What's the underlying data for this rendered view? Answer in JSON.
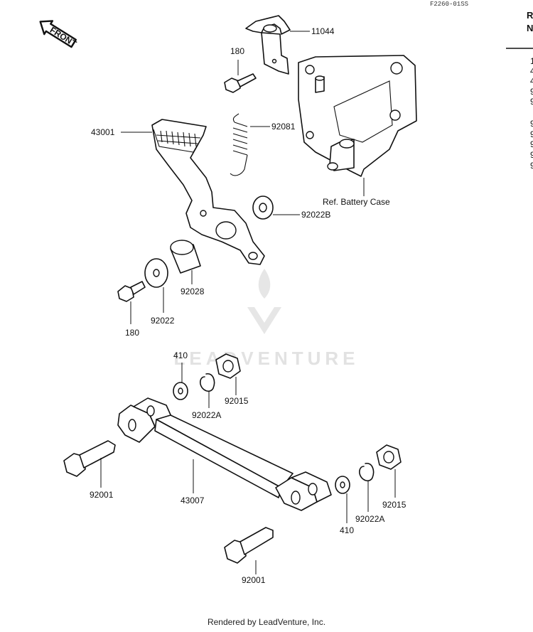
{
  "figure_code": "F2260-01SS",
  "front_label": "FRONT",
  "watermark": "LEADVENTURE",
  "footer": "Rendered by LeadVenture, Inc.",
  "ref_label": "Ref. Battery Case",
  "side_column": {
    "header": [
      "R",
      "N"
    ],
    "rows": [
      "1",
      "4",
      "4",
      "9",
      "9",
      "9",
      "9",
      "9",
      "9",
      "9"
    ]
  },
  "callouts": {
    "c11044": "11044",
    "c180_top": "180",
    "c92081": "92081",
    "c43001": "43001",
    "c92022B": "92022B",
    "c92028": "92028",
    "c92022": "92022",
    "c180_bottom": "180",
    "c410_top": "410",
    "c92015_top": "92015",
    "c92022A_top": "92022A",
    "c92001_left": "92001",
    "c43007": "43007",
    "c410_right": "410",
    "c92022A_right": "92022A",
    "c92015_right": "92015",
    "c92001_bottom": "92001"
  }
}
